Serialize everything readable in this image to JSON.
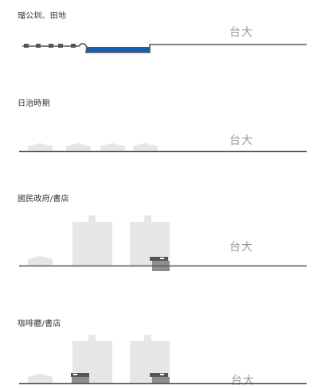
{
  "panels": [
    {
      "title": "瑠公圳、田地",
      "label": "台大"
    },
    {
      "title": "日治時期",
      "label": "台大"
    },
    {
      "title": "國民政府/書店",
      "label": "台大"
    },
    {
      "title": "咖啡廳/書店",
      "label": "台大"
    }
  ],
  "colors": {
    "ground": "#555555",
    "canal": "#1a5fb4",
    "building": "#e6e6e6",
    "shop": "#8e8e8e",
    "text": "#333333",
    "label": "#9a9a9a"
  }
}
